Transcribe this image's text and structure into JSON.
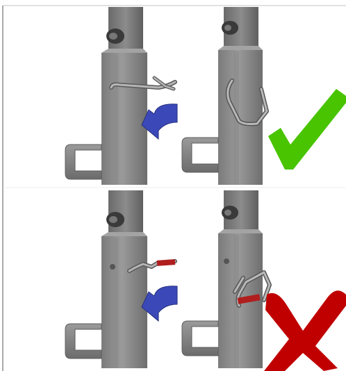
{
  "figure": {
    "panels": [
      {
        "id": "top-row",
        "result": "correct",
        "result_icon": "checkmark-icon",
        "result_color": "#48c400"
      },
      {
        "id": "bottom-row",
        "result": "incorrect",
        "result_icon": "cross-icon",
        "result_color": "#c00000"
      }
    ],
    "arrow_color": "#3b49b8",
    "marked_pin_color": "#b01e1e"
  }
}
